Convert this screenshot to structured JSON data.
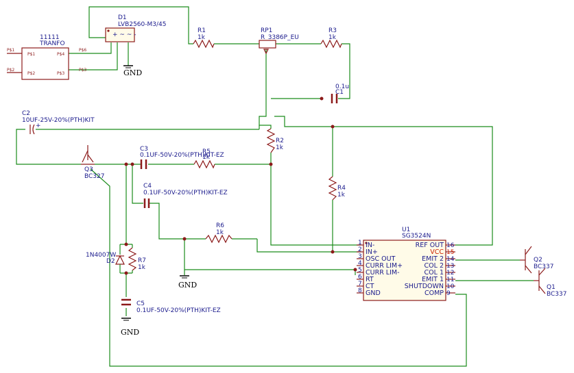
{
  "components": {
    "d1": {
      "ref": "D1",
      "value": "LVB2560-M3/45"
    },
    "tranfo": {
      "ref": "11111",
      "value": "TRANFO",
      "pins": [
        "P$1",
        "P$2",
        "P$4",
        "P$3",
        "P$6"
      ]
    },
    "r1": {
      "ref": "R1",
      "value": "1k"
    },
    "rp1": {
      "ref": "RP1",
      "value": "R_3386P_EU"
    },
    "r3": {
      "ref": "R3",
      "value": "1k"
    },
    "c1": {
      "ref": "C1",
      "value": "0.1u"
    },
    "c2": {
      "ref": "C2",
      "value": "10UF-25V-20%(PTH)KIT"
    },
    "q3": {
      "ref": "Q3",
      "value": "BC327"
    },
    "c3": {
      "ref": "C3",
      "value": "0.1UF-50V-20%(PTH)KIT-EZ"
    },
    "r5": {
      "ref": "R5",
      "value": "1k"
    },
    "r2": {
      "ref": "R2",
      "value": "1k"
    },
    "c4": {
      "ref": "C4",
      "value": "0.1UF-50V-20%(PTH)KIT-EZ"
    },
    "r4": {
      "ref": "R4",
      "value": "1k"
    },
    "r6": {
      "ref": "R6",
      "value": "1k"
    },
    "d2": {
      "ref": "D2",
      "value": "1N4007W"
    },
    "r7": {
      "ref": "R7",
      "value": "1k"
    },
    "c5": {
      "ref": "C5",
      "value": "0.1UF-50V-20%(PTH)KIT-EZ"
    },
    "u1": {
      "ref": "U1",
      "value": "SG3524N"
    },
    "q2": {
      "ref": "Q2",
      "value": "BC337"
    },
    "q1": {
      "ref": "Q1",
      "value": "BC337"
    }
  },
  "gnd_label": "GND",
  "u1_pins_left": [
    {
      "num": "1",
      "name": "IN-"
    },
    {
      "num": "2",
      "name": "IN+"
    },
    {
      "num": "3",
      "name": "OSC OUT"
    },
    {
      "num": "4",
      "name": "CURR LIM+"
    },
    {
      "num": "5",
      "name": "CURR LIM-"
    },
    {
      "num": "6",
      "name": "RT"
    },
    {
      "num": "7",
      "name": "CT"
    },
    {
      "num": "8",
      "name": "GND"
    }
  ],
  "u1_pins_right": [
    {
      "num": "16",
      "name": "REF OUT"
    },
    {
      "num": "15",
      "name": "VCC"
    },
    {
      "num": "14",
      "name": "EMIT 2"
    },
    {
      "num": "13",
      "name": "COL 2"
    },
    {
      "num": "12",
      "name": "COL 1"
    },
    {
      "num": "11",
      "name": "EMIT 1"
    },
    {
      "num": "10",
      "name": "SHUTDOWN"
    },
    {
      "num": "9",
      "name": "COMP"
    }
  ],
  "colors": {
    "wire": "#1a8c1a",
    "body": "#8c1a1a",
    "text": "#1a1a8c",
    "highlight": "#cc2200"
  }
}
